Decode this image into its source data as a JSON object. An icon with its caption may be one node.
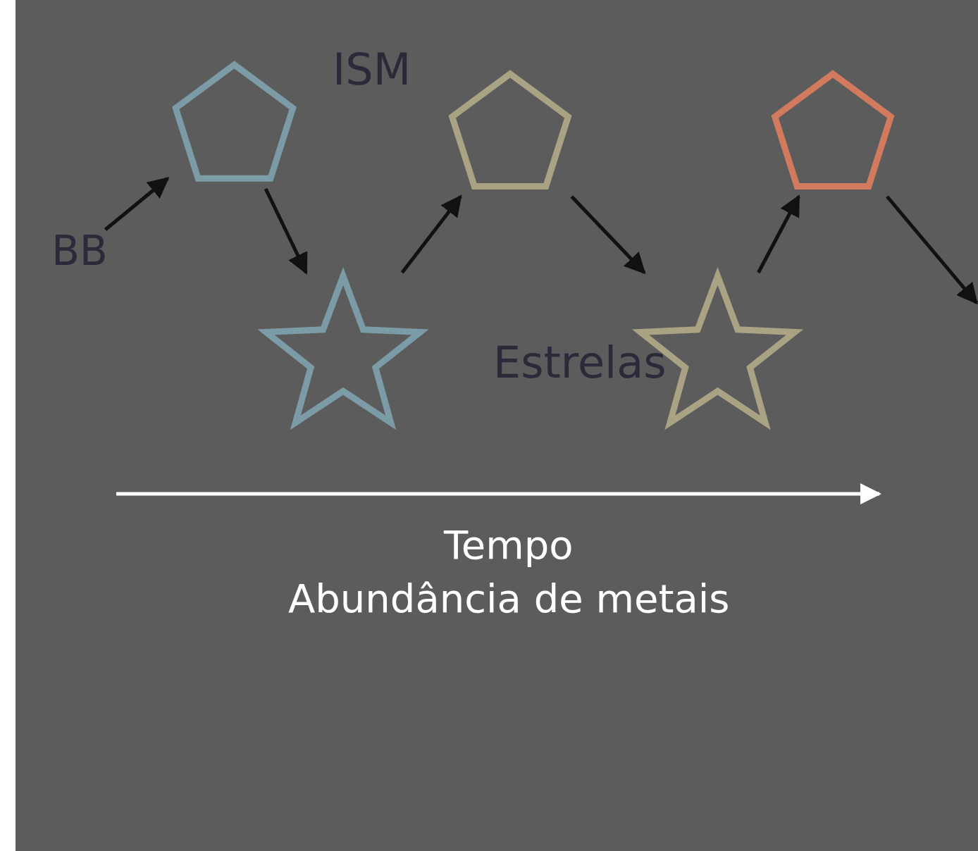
{
  "diagram": {
    "nodes": [
      {
        "text": [
          "BB"
        ]
      },
      {
        "text": [],
        "shape": "pentagon"
      },
      {
        "text": [],
        "shape": "star"
      },
      {
        "text": [],
        "shape": "pentagon"
      },
      {
        "text": [],
        "shape": "star"
      },
      {
        "text": [],
        "shape": "pentagon"
      }
    ],
    "edges": [
      {
        "from": 0,
        "to": 1,
        "arrow": "to"
      },
      {
        "from": 1,
        "to": 2,
        "arrow": "to"
      },
      {
        "from": 2,
        "to": 3,
        "arrow": "to"
      },
      {
        "from": 3,
        "to": 4,
        "arrow": "to"
      },
      {
        "from": 4,
        "to": 5,
        "arrow": "to"
      },
      {
        "from": 5,
        "to": null,
        "arrow": "to"
      }
    ],
    "labels": [
      "ISM",
      "Estrelas",
      "Tempo",
      "Abundância de metais"
    ]
  }
}
